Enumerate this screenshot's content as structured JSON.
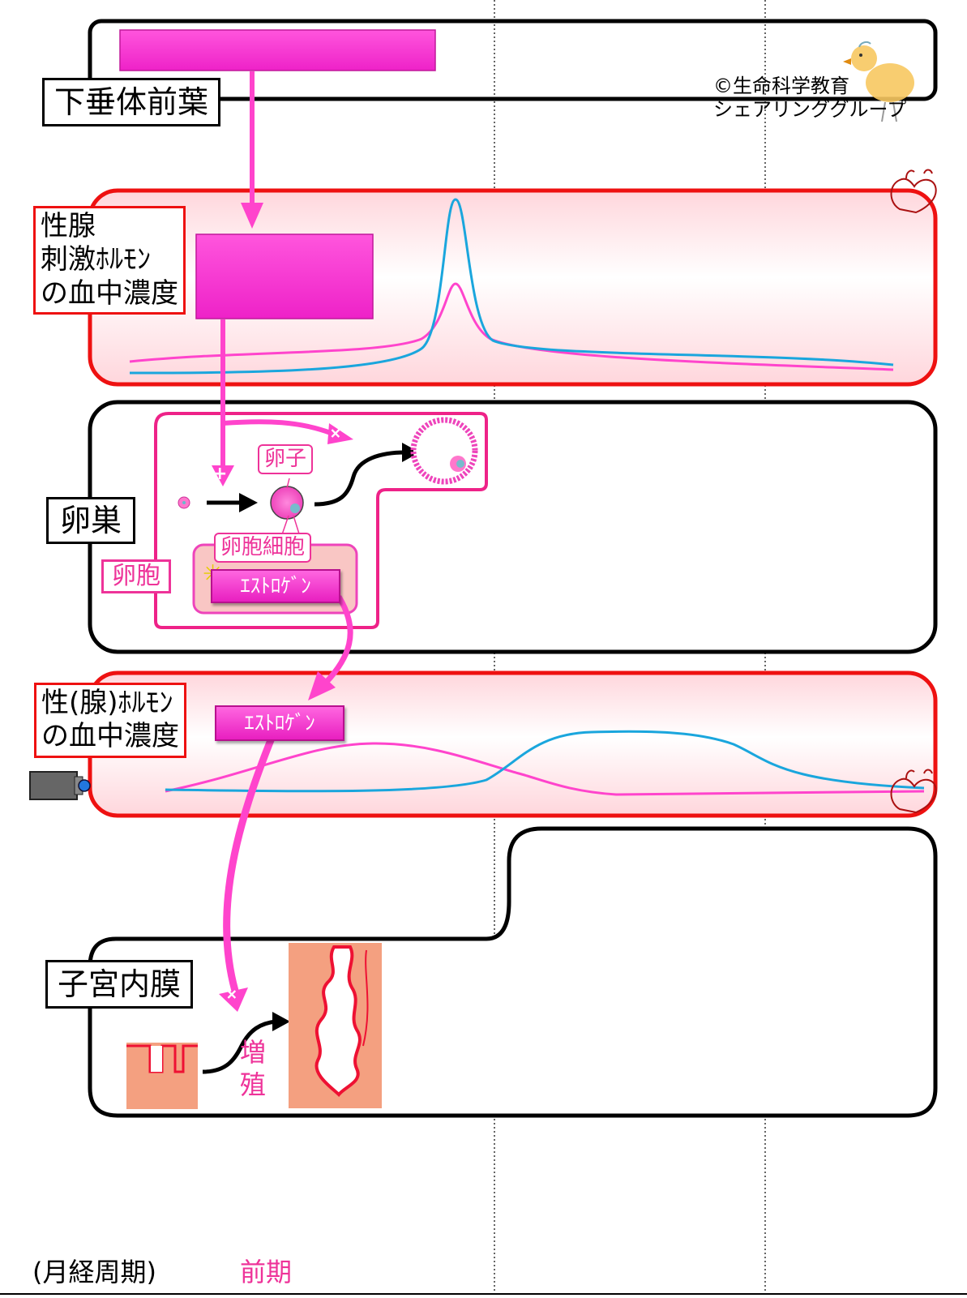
{
  "labels": {
    "anterior_pituitary": "下垂体前葉",
    "gonadotropin_level": "性腺\n刺激ﾎﾙﾓﾝ\nの血中濃度",
    "ovary": "卵巣",
    "sex_hormone_level": "性(腺)ﾎﾙﾓﾝ\nの血中濃度",
    "endometrium": "子宮内膜"
  },
  "ovary_panel": {
    "egg_label": "卵子",
    "follicle_cell_label": "卵胞細胞",
    "follicle_label": "卵胞",
    "estrogen_label": "ｴｽﾄﾛｹﾞﾝ",
    "plus_sign": "+"
  },
  "hormone_panel": {
    "estrogen_label": "ｴｽﾄﾛｹﾞﾝ"
  },
  "endometrium_panel": {
    "proliferation_label": "増\n殖",
    "plus_sign": "+"
  },
  "copyright": "©生命科学教育\nシェアリンググループ",
  "footer": {
    "cycle_label": "(月経周期)",
    "phase_label": "前期"
  },
  "colors": {
    "magenta_box": "#ff33cc",
    "pink_arrow": "#ff44cc",
    "curve_pink": "#ff44cc",
    "curve_blue": "#1aa6dd",
    "panel_red_border": "#ee1111",
    "label_pink": "#ee3399"
  }
}
